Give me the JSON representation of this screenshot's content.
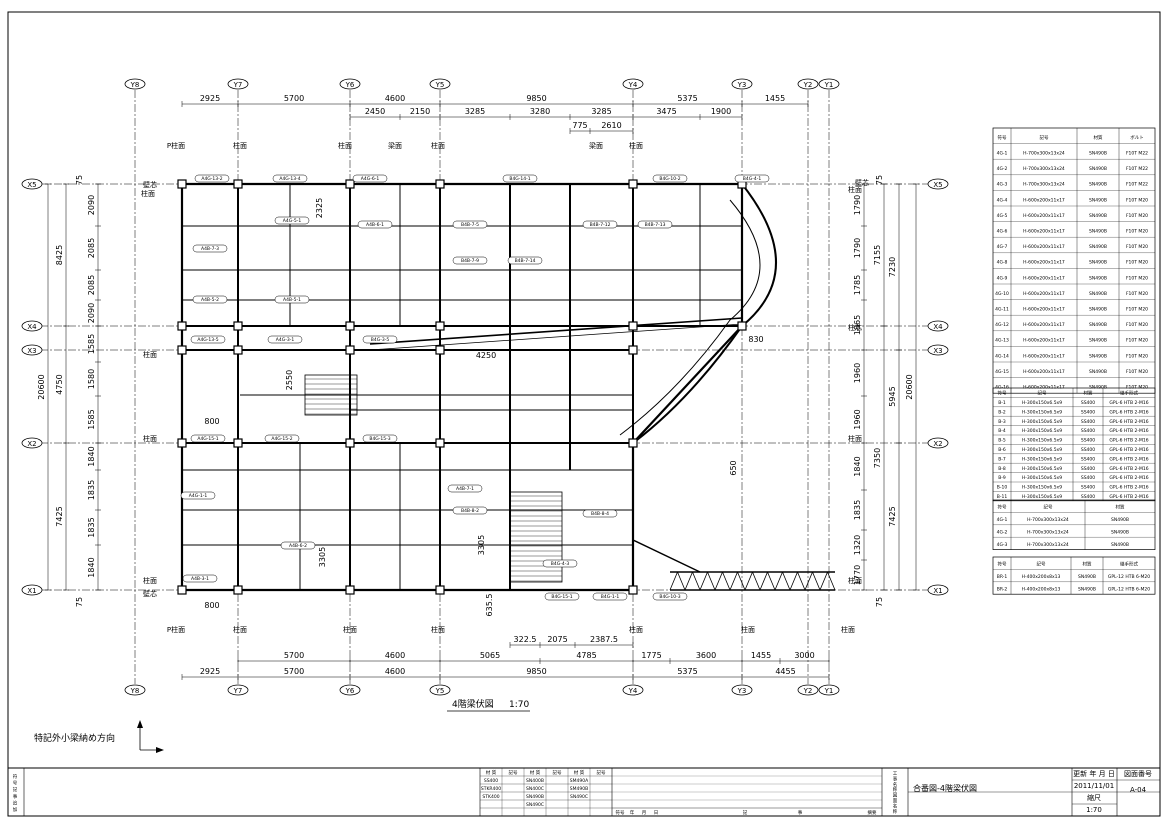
{
  "drawing": {
    "plan_title": "4階梁伏図",
    "scale_label": "1:70",
    "note": "特記外小梁納め方向"
  },
  "grid": {
    "columns": [
      "Y8",
      "Y7",
      "Y6",
      "Y5",
      "Y4",
      "Y3",
      "Y2",
      "Y1"
    ],
    "rows": [
      "X5",
      "X4",
      "X3",
      "X2",
      "X1"
    ]
  },
  "dims": {
    "top_main": [
      "2925",
      "5700",
      "4600",
      "9850",
      "5375",
      "1455"
    ],
    "top_sub": [
      "2450",
      "2150",
      "3285",
      "3280",
      "3285",
      "3475",
      "1900"
    ],
    "top_sub2": [
      "775",
      "2610"
    ],
    "bottom_1": [
      "5700",
      "4600",
      "5065",
      "4785",
      "1775",
      "3600",
      "1455",
      "3000"
    ],
    "bottom_2": [
      "2925",
      "5700",
      "4600",
      "9850",
      "5375",
      "4455"
    ],
    "bottom_inner": [
      "322.5",
      "2075",
      "2387.5"
    ],
    "left_outer": [
      "20600"
    ],
    "left_mid": [
      "8425",
      "4750",
      "7425"
    ],
    "left_inner": [
      "2090",
      "2085",
      "2085",
      "2090",
      "1585",
      "1580",
      "1585",
      "1840",
      "1835",
      "1835",
      "1840"
    ],
    "left_75": [
      "75",
      "75"
    ],
    "right_outer": [
      "20600"
    ],
    "right_mid": [
      "7230",
      "5945",
      "7425"
    ],
    "right_sub": [
      "7155",
      "7350"
    ],
    "right_inner": [
      "1790",
      "1790",
      "1785",
      "1865",
      "1960",
      "1960",
      "1840",
      "1835",
      "1320",
      "1770"
    ],
    "right_75": [
      "75",
      "75"
    ],
    "misc": [
      "2325",
      "4250",
      "2550",
      "800",
      "800",
      "3305",
      "650",
      "635.5",
      "3305",
      "830"
    ]
  },
  "annotations": {
    "col_face": "柱面",
    "beam_face": "梁面",
    "p_col_face": "P柱面",
    "col_core": "柱芯",
    "wall_core": "壁芯"
  },
  "beams": [
    "A4G-13-2",
    "A4G-13-4",
    "A4G-6-1",
    "B4G-14-1",
    "B4G-10-2",
    "B4G-4-1",
    "A4G-5-1",
    "A4B-6-1",
    "A4B-7-3",
    "B4B-7-5",
    "B4B-7-12",
    "B4B-7-13",
    "B4B-7-14",
    "B4B-7-9",
    "A4B-5-2",
    "A4B-5-1",
    "A4G-13-5",
    "A4G-3-1",
    "B4G-3-5",
    "A4G-15-1",
    "A4G-15-2",
    "B4G-15-3",
    "A4G-1-1",
    "B4G-10-3",
    "B4G-15-1",
    "A4B-7-1",
    "A4B-6-2",
    "B4B-8-4",
    "B4B-8-2",
    "A4B-3-1",
    "B4G-4-3",
    "B4G-1-1"
  ],
  "tables": {
    "member_headers": [
      "符号",
      "記号",
      "材質",
      "ボルト"
    ],
    "member_rows": [
      [
        "4G-1",
        "H-700x300x13x24",
        "SN490B",
        "F10T M22"
      ],
      [
        "4G-2",
        "H-700x300x13x24",
        "SN490B",
        "F10T M22"
      ],
      [
        "4G-3",
        "H-700x300x13x24",
        "SN490B",
        "F10T M22"
      ],
      [
        "4G-4",
        "H-600x200x11x17",
        "SN490B",
        "F10T M20"
      ],
      [
        "4G-5",
        "H-600x200x11x17",
        "SN490B",
        "F10T M20"
      ],
      [
        "4G-6",
        "H-600x200x11x17",
        "SN490B",
        "F10T M20"
      ],
      [
        "4G-7",
        "H-600x200x11x17",
        "SN490B",
        "F10T M20"
      ],
      [
        "4G-8",
        "H-600x200x11x17",
        "SN490B",
        "F10T M20"
      ],
      [
        "4G-9",
        "H-600x200x11x17",
        "SN490B",
        "F10T M20"
      ],
      [
        "4G-10",
        "H-600x200x11x17",
        "SN490B",
        "F10T M20"
      ],
      [
        "4G-11",
        "H-600x200x11x17",
        "SN490B",
        "F10T M20"
      ],
      [
        "4G-12",
        "H-600x200x11x17",
        "SN490B",
        "F10T M20"
      ],
      [
        "4G-13",
        "H-600x200x11x17",
        "SN490B",
        "F10T M20"
      ],
      [
        "4G-14",
        "H-600x200x11x17",
        "SN490B",
        "F10T M20"
      ],
      [
        "4G-15",
        "H-600x200x11x17",
        "SN490B",
        "F10T M20"
      ],
      [
        "4G-16",
        "H-600x200x11x17",
        "SN490B",
        "F10T M20"
      ]
    ],
    "beam_headers": [
      "符号",
      "記号",
      "材質",
      "継手形式"
    ],
    "beam_rows": [
      [
        "B-1",
        "H-300x150x6.5x9",
        "SS400",
        "GPL-6 HTB 2-M16"
      ],
      [
        "B-2",
        "H-300x150x6.5x9",
        "SS400",
        "GPL-6 HTB 2-M16"
      ],
      [
        "B-3",
        "H-300x150x6.5x9",
        "SS400",
        "GPL-6 HTB 2-M16"
      ],
      [
        "B-4",
        "H-300x150x6.5x9",
        "SS400",
        "GPL-6 HTB 2-M16"
      ],
      [
        "B-5",
        "H-300x150x6.5x9",
        "SS400",
        "GPL-6 HTB 2-M16"
      ],
      [
        "B-6",
        "H-300x150x6.5x9",
        "SS400",
        "GPL-6 HTB 2-M16"
      ],
      [
        "B-7",
        "H-300x150x6.5x9",
        "SS400",
        "GPL-6 HTB 2-M16"
      ],
      [
        "B-8",
        "H-300x150x6.5x9",
        "SS400",
        "GPL-6 HTB 2-M16"
      ],
      [
        "B-9",
        "H-300x150x6.5x9",
        "SS400",
        "GPL-6 HTB 2-M16"
      ],
      [
        "B-10",
        "H-300x150x6.5x9",
        "SS400",
        "GPL-6 HTB 2-M16"
      ],
      [
        "B-11",
        "H-300x150x6.5x9",
        "SS400",
        "GPL-6 HTB 2-M16"
      ]
    ],
    "girder_headers": [
      "符号",
      "記号",
      "材質"
    ],
    "girder_rows": [
      [
        "4G-1",
        "H-700x300x13x24",
        "SN490B"
      ],
      [
        "4G-2",
        "H-700x300x13x24",
        "SN490B"
      ],
      [
        "4G-3",
        "H-700x300x13x24",
        "SN490B"
      ]
    ],
    "bracket_headers": [
      "符号",
      "記号",
      "材質",
      "継手形式"
    ],
    "bracket_rows": [
      [
        "BR-1",
        "H-400x200x8x13",
        "SN490B",
        "GPL-12 HTB 6-M20"
      ],
      [
        "BR-2",
        "H-400x200x8x13",
        "SN490B",
        "GPL-12 HTB 6-M20"
      ]
    ]
  },
  "title_block": {
    "update_label": "更新 年 月 日",
    "date": "2011/11/01",
    "sheet_no_label": "図面番号",
    "sheet_no": "A-04",
    "drawing_name": "合番図-4階梁伏図",
    "scale_label": "縮尺",
    "scale": "1:70",
    "material_headers": [
      "材 質",
      "記号",
      "材 質",
      "記号",
      "材 質",
      "記号"
    ],
    "materials": [
      "SS400",
      "STKR400",
      "STK400",
      "SN400B",
      "SN400C",
      "SN490B",
      "SN490C",
      "SM490A",
      "SM490B",
      "SN490C"
    ],
    "revision_headers": [
      "符号",
      "年",
      "月",
      "日",
      "記",
      "事",
      "摘要"
    ],
    "left_labels": [
      "符",
      "号",
      "記",
      "事",
      "追",
      "加"
    ],
    "right_labels": [
      "工",
      "事",
      "名",
      "称",
      "図",
      "面",
      "名",
      "称"
    ]
  }
}
